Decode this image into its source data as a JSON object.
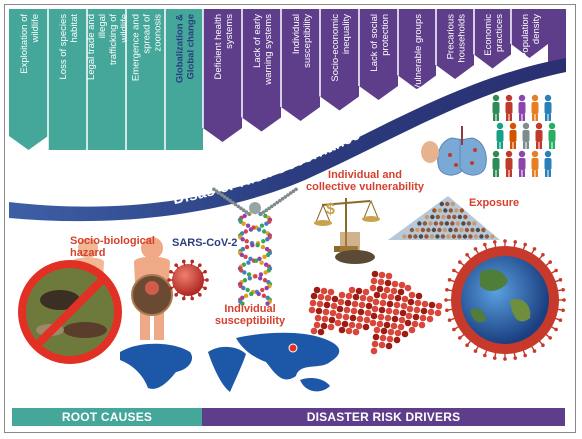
{
  "root_causes": [
    "Exploitation of wildlife",
    "Loss of species habitat",
    "Legal trade and illegal trafficking of wildlife",
    "Emergence and spread of zoonosis",
    "Globalization & Global change"
  ],
  "risk_drivers": [
    "Deficient health systems",
    "Lack of early warning systems",
    "Individual susceptibility",
    "Socio-economic inequality",
    "Lack of social protection",
    "Vulnerable groups",
    "Precarious households",
    "Economic practices",
    "Population density"
  ],
  "governance_label": "Disaster Risk Governance",
  "labels": {
    "socio_biological_hazard": "Socio-biological hazard",
    "sars_cov2": "SARS-CoV-2",
    "individual_susceptibility": "Individual susceptibility",
    "vulnerability": "Individual and collective vulnerability",
    "exposure": "Exposure"
  },
  "footer": {
    "root_causes": "ROOT CAUSES",
    "risk_drivers": "DISASTER RISK DRIVERS"
  },
  "colors": {
    "teal": "#45a69a",
    "purple": "#5e3e8a",
    "navy": "#2b3d80",
    "red": "#d6402e",
    "map_blue": "#1d58a8"
  }
}
